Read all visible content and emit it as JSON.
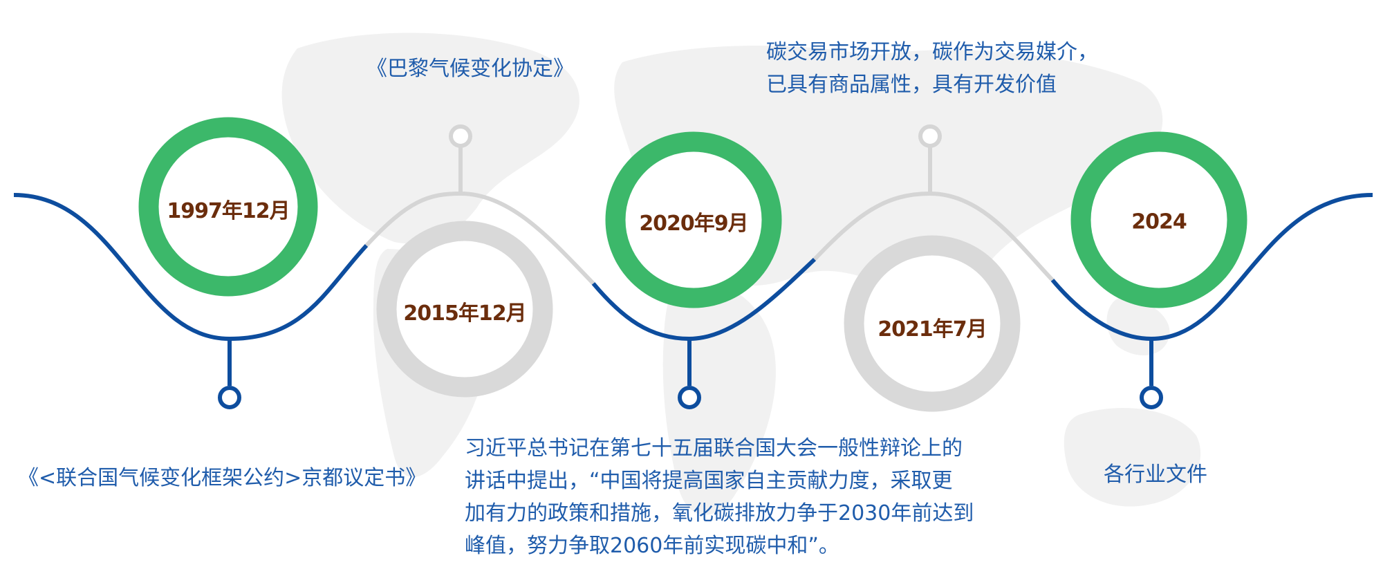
{
  "timeline": {
    "colors": {
      "active_ring": "#3cb86a",
      "inactive_ring": "#d9d9d9",
      "active_wave": "#0d4d9e",
      "inactive_wave": "#d5d5d5",
      "date_text": "#6b2d0c",
      "label_text": "#1f5cab"
    },
    "events": [
      {
        "date": "1997年12月",
        "label": "《<联合国气候变化框架公约>京都议定书》",
        "state": "active"
      },
      {
        "date": "2015年12月",
        "label": "《巴黎气候变化协定》",
        "state": "inactive"
      },
      {
        "date": "2020年9月",
        "label_lines": [
          "习近平总书记在第七十五届联合国大会一般性辩论上的",
          "讲话中提出，“中国将提高国家自主贡献力度，采取更",
          "加有力的政策和措施，氧化碳排放力争于2030年前达到",
          "峰值，努力争取2060年前实现碳中和”。"
        ],
        "state": "active"
      },
      {
        "date": "2021年7月",
        "label_lines": [
          "碳交易市场开放，碳作为交易媒介，",
          "已具有商品属性，具有开发价值"
        ],
        "state": "inactive"
      },
      {
        "date": "2024",
        "label": "各行业文件",
        "state": "active"
      }
    ]
  }
}
